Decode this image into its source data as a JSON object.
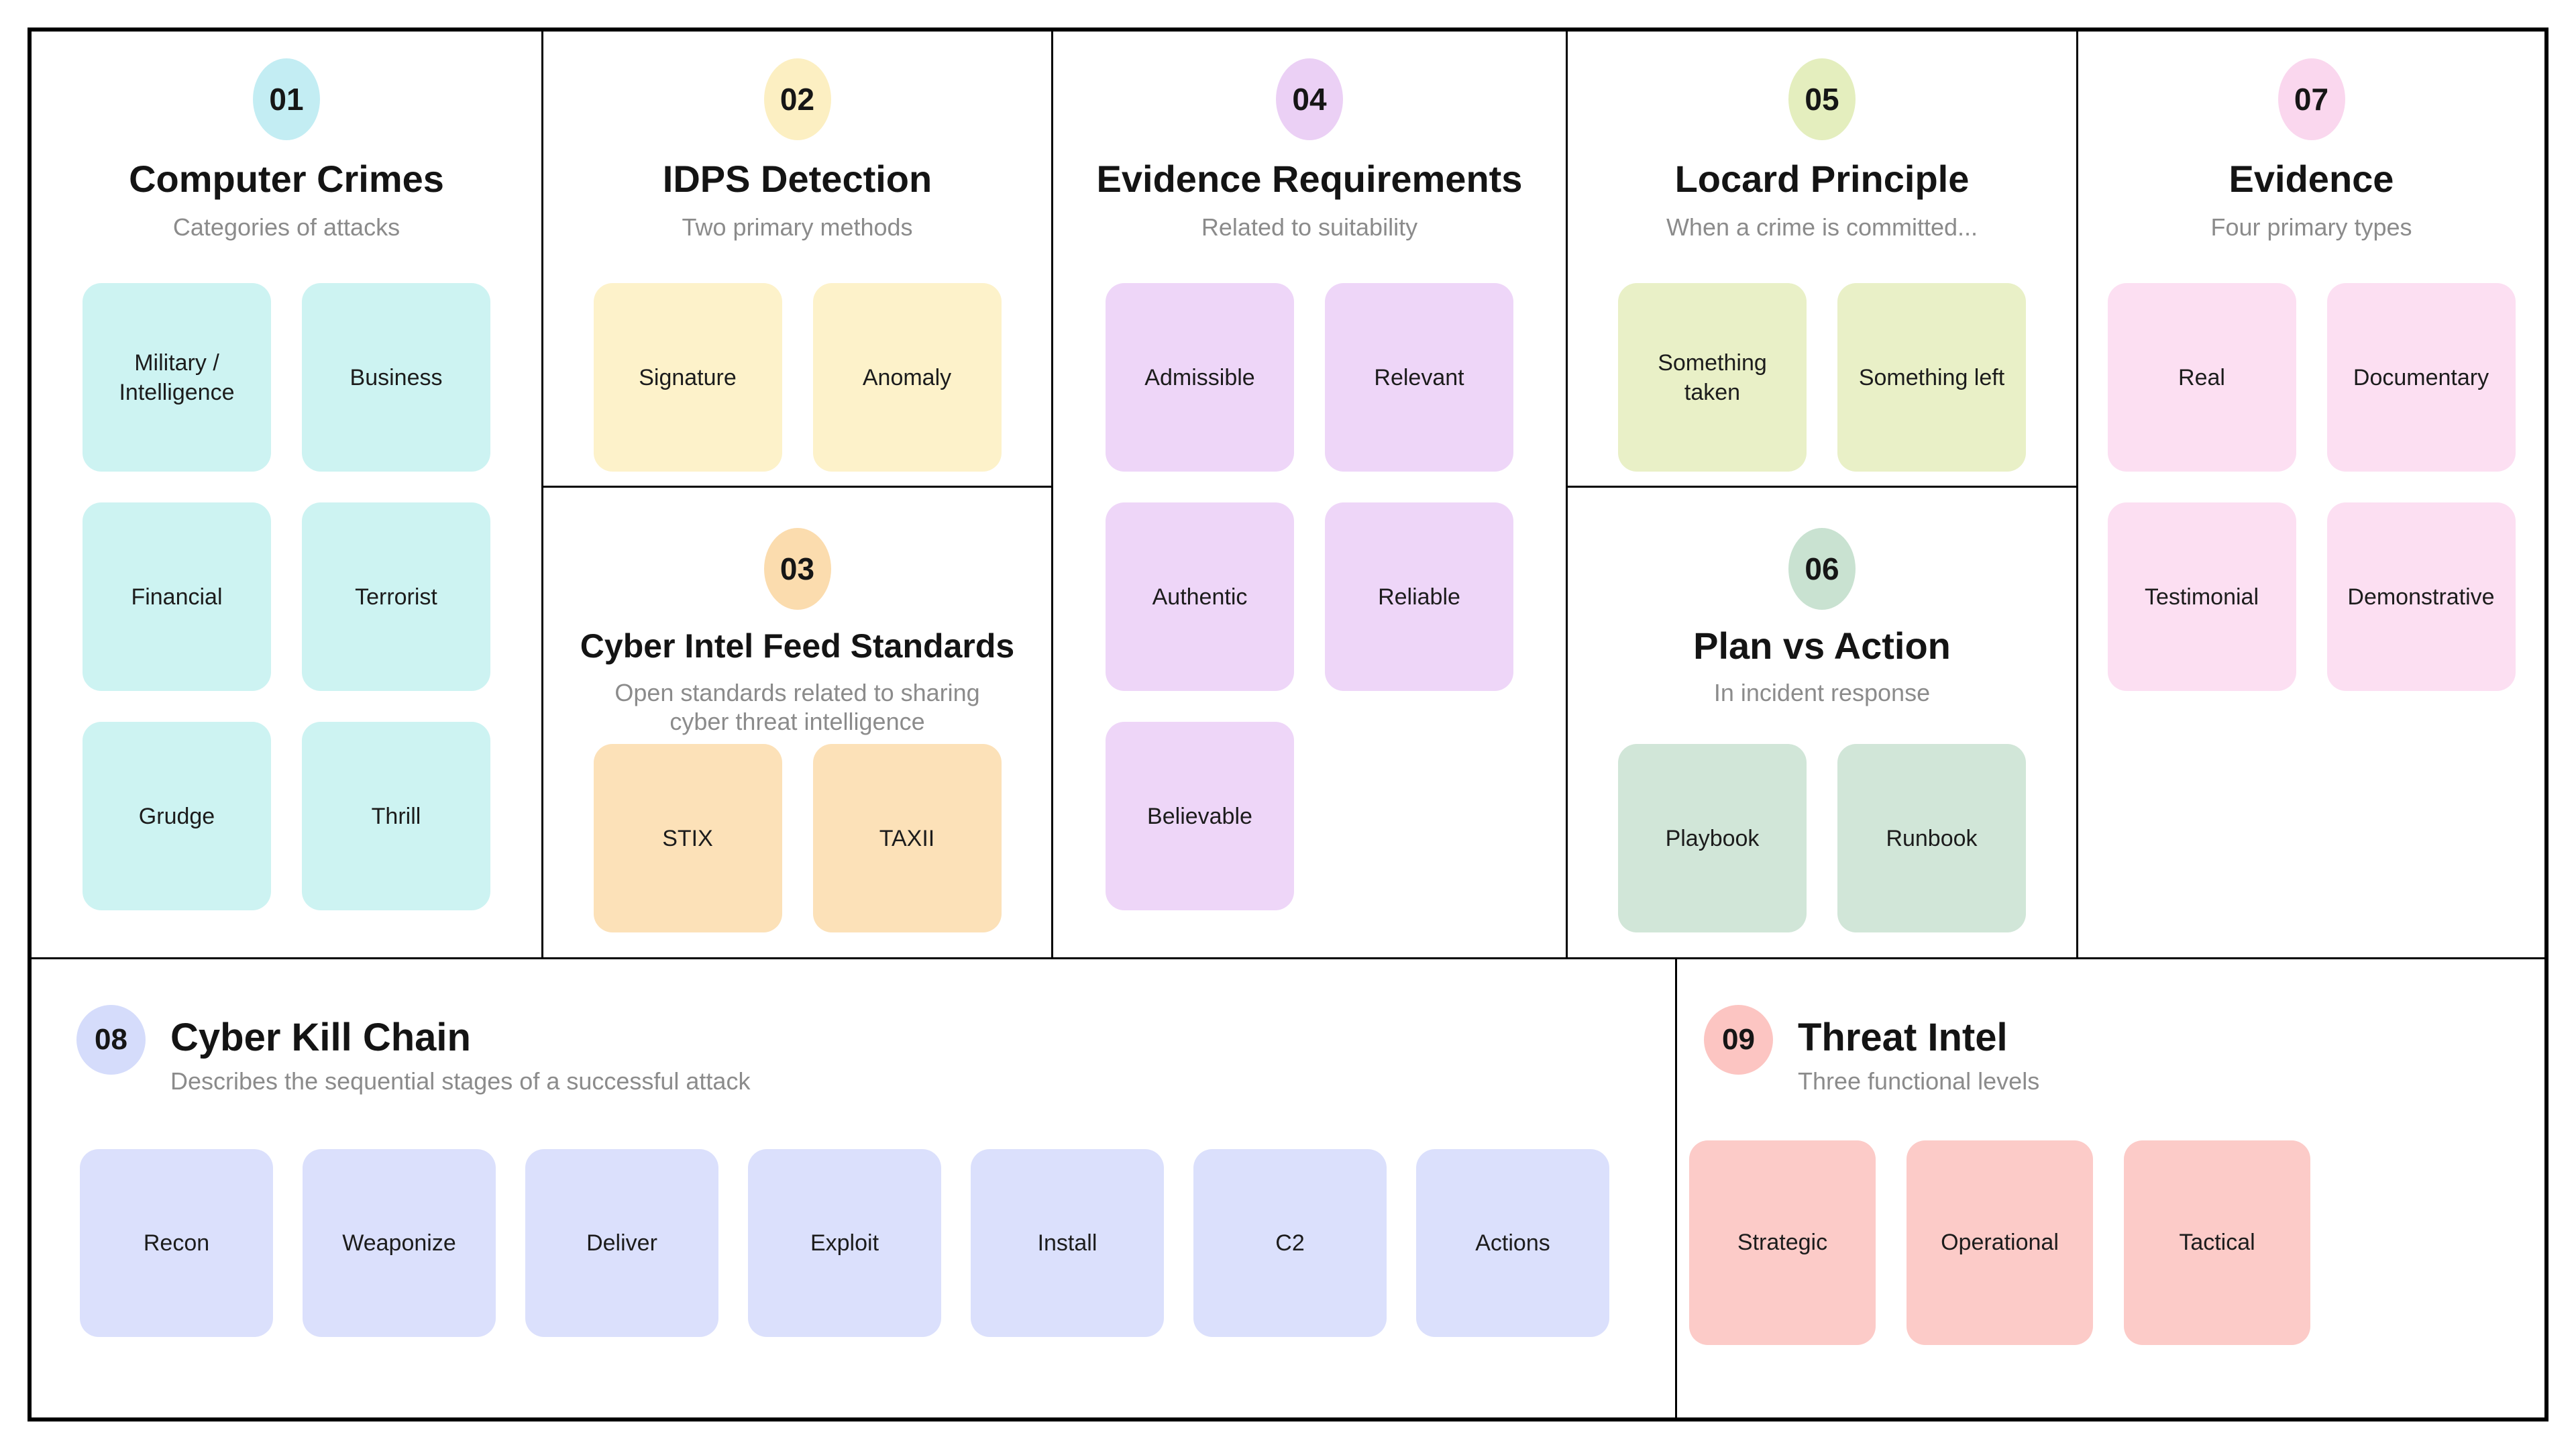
{
  "page": {
    "background": "#ffffff",
    "border_color": "#000000",
    "subtitle_color": "#8b8b8b"
  },
  "sections": {
    "computer_crimes": {
      "number": "01",
      "title": "Computer Crimes",
      "subtitle": "Categories of attacks",
      "circle_color": "#c3edf3",
      "box_color": "#cdf3f2",
      "items": [
        "Military / Intelligence",
        "Business",
        "Financial",
        "Terrorist",
        "Grudge",
        "Thrill"
      ]
    },
    "idps_detection": {
      "number": "02",
      "title": "IDPS Detection",
      "subtitle": "Two primary methods",
      "circle_color": "#fcefc2",
      "box_color": "#fdf2ca",
      "items": [
        "Signature",
        "Anomaly"
      ]
    },
    "cyber_intel_feed_standards": {
      "number": "03",
      "title": "Cyber Intel Feed Standards",
      "subtitle": "Open standards related to sharing cyber threat intelligence",
      "circle_color": "#fbdcae",
      "box_color": "#fce1b8",
      "items": [
        "STIX",
        "TAXII"
      ]
    },
    "evidence_requirements": {
      "number": "04",
      "title": "Evidence Requirements",
      "subtitle": "Related to suitability",
      "circle_color": "#ebd0f5",
      "box_color": "#eed6f8",
      "items": [
        "Admissible",
        "Relevant",
        "Authentic",
        "Reliable",
        "Believable"
      ]
    },
    "locard_principle": {
      "number": "05",
      "title": "Locard Principle",
      "subtitle": "When a crime is committed...",
      "circle_color": "#e4eebe",
      "box_color": "#e9f0c7",
      "items": [
        "Something taken",
        "Something left"
      ]
    },
    "plan_vs_action": {
      "number": "06",
      "title": "Plan vs Action",
      "subtitle": "In incident response",
      "circle_color": "#c9e2d1",
      "box_color": "#d1e6d8",
      "items": [
        "Playbook",
        "Runbook"
      ]
    },
    "evidence": {
      "number": "07",
      "title": "Evidence",
      "subtitle": "Four primary types",
      "circle_color": "#fad7ee",
      "box_color": "#fcdff2",
      "items": [
        "Real",
        "Documentary",
        "Testimonial",
        "Demonstrative"
      ]
    },
    "cyber_kill_chain": {
      "number": "08",
      "title": "Cyber Kill Chain",
      "subtitle": "Describes the sequential stages of a successful attack",
      "circle_color": "#d5dcfb",
      "box_color": "#dbe0fc",
      "items": [
        "Recon",
        "Weaponize",
        "Deliver",
        "Exploit",
        "Install",
        "C2",
        "Actions"
      ]
    },
    "threat_intel": {
      "number": "09",
      "title": "Threat Intel",
      "subtitle": "Three functional levels",
      "circle_color": "#fcc5c2",
      "box_color": "#fccbc8",
      "items": [
        "Strategic",
        "Operational",
        "Tactical"
      ]
    }
  }
}
